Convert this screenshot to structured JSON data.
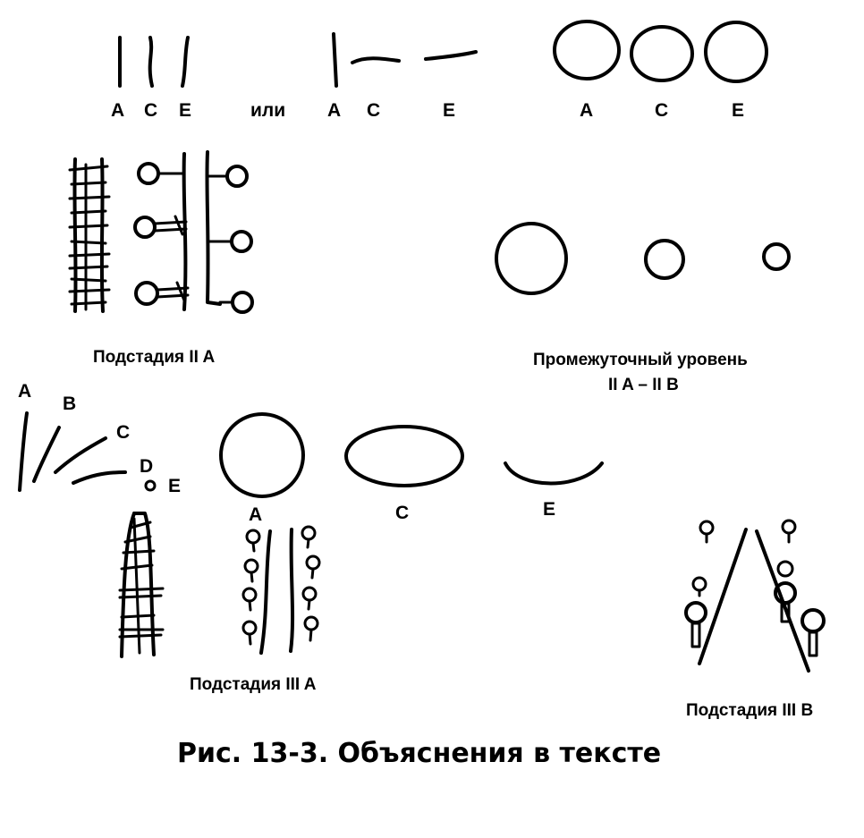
{
  "top_row": {
    "group1": [
      "A",
      "C",
      "E"
    ],
    "or_word": "или",
    "group2": [
      "A",
      "C",
      "E"
    ],
    "group3": [
      "A",
      "C",
      "E"
    ]
  },
  "captions": {
    "substage_2a": "Подстадия II A",
    "intermediate_line1": "Промежуточный уровень",
    "intermediate_line2": "II A – II B",
    "substage_3a": "Подстадия III A",
    "substage_3b": "Подстадия III B"
  },
  "fan_labels": [
    "A",
    "B",
    "C",
    "D",
    "E"
  ],
  "shape_labels": [
    "A",
    "C",
    "E"
  ],
  "figure_caption": "Рис. 13-3. Объяснения в тексте"
}
